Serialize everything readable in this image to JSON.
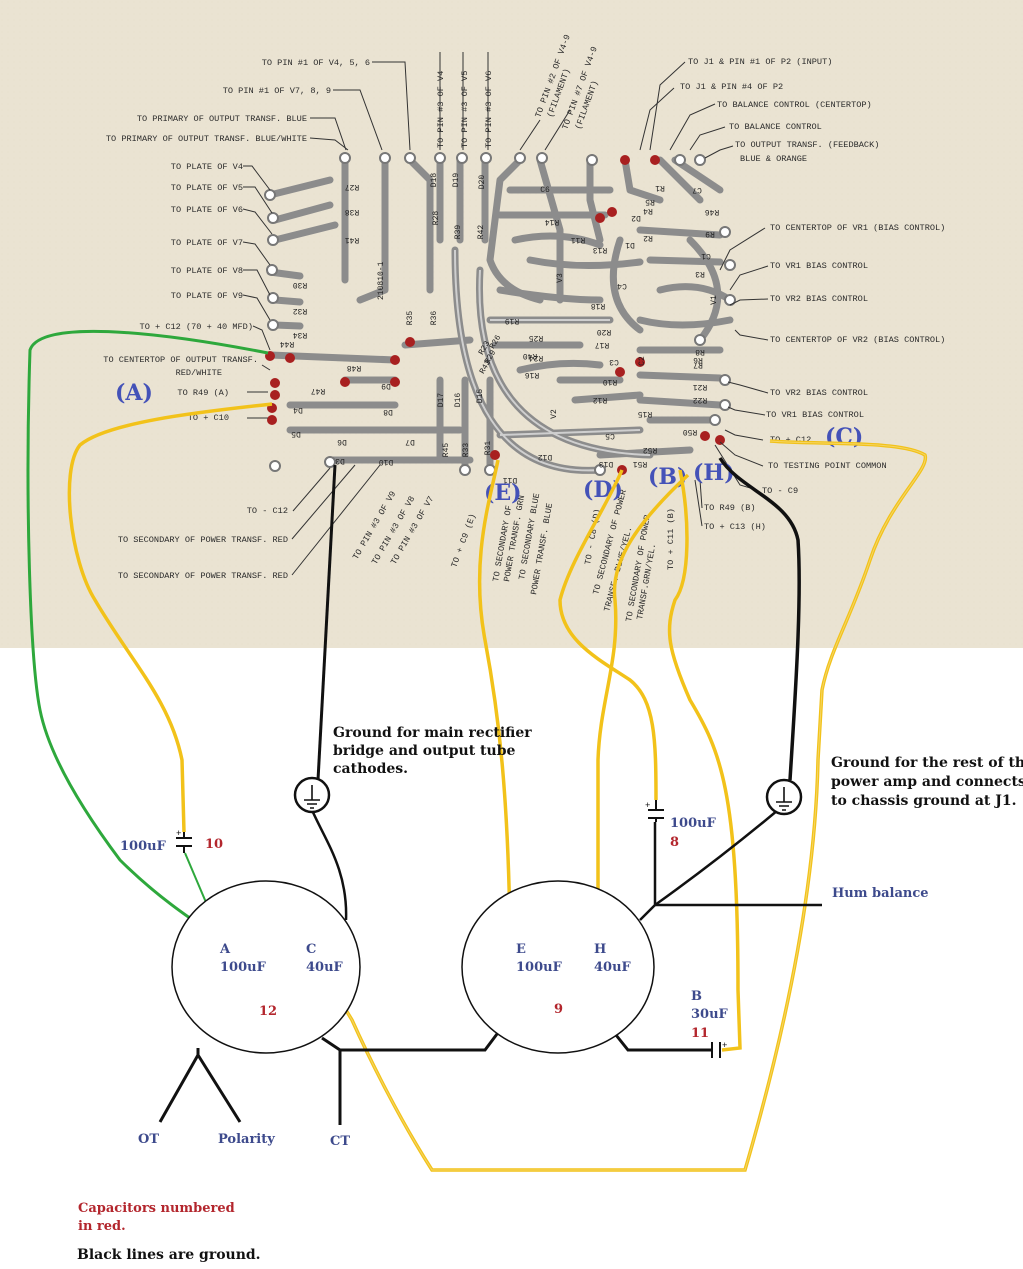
{
  "colors": {
    "paper": "#ebe4d3",
    "trace": "#8c8c8c",
    "pad": "#a82020",
    "yellow": "#f2c21a",
    "green": "#2ea83c",
    "ground": "#111111",
    "blue_text": "#3d4a8c",
    "red_text": "#b3262d",
    "letter_blue": "#4452b8"
  },
  "board_id": "210810-1",
  "left_labels": [
    "TO PIN #1 OF V4, 5, 6",
    "TO PIN #1 OF V7, 8, 9",
    "TO PRIMARY OF OUTPUT TRANSF.  BLUE",
    "TO PRIMARY OF OUTPUT TRANSF. BLUE/WHITE",
    "TO PLATE OF V4",
    "TO PLATE OF V5",
    "TO PLATE OF V6",
    "TO PLATE OF V7",
    "TO PLATE OF V8",
    "TO PLATE OF V9",
    "TO + C12 (70 + 40 MFD)",
    "TO CENTERTOP OF OUTPUT TRANSF.",
    "RED/WHITE",
    "TO R49 (A)",
    "TO + C10",
    "TO - C12",
    "TO SECONDARY OF POWER TRANSF. RED",
    "TO SECONDARY OF POWER TRANSF. RED"
  ],
  "top_vertical_labels": [
    "TO PIN #3 OF V4",
    "TO PIN #3 OF V5",
    "TO PIN #3 OF V6",
    "TO PIN #2 OF V4-9",
    "(FILAMENT)",
    "TO PIN #7 OF V4-9",
    "(FILAMENT)"
  ],
  "right_labels": [
    "TO J1 & PIN #1 OF P2 (INPUT)",
    "TO J1 & PIN #4 OF P2",
    "TO BALANCE CONTROL (CENTERTOP)",
    "TO BALANCE CONTROL",
    "TO OUTPUT TRANSF. (FEEDBACK)",
    "BLUE & ORANGE",
    "TO CENTERTOP OF VR1 (BIAS CONTROL)",
    "TO VR1 BIAS CONTROL",
    "TO VR2 BIAS CONTROL",
    "TO CENTERTOP OF VR2 (BIAS CONTROL)",
    "TO VR2 BIAS CONTROL",
    "TO VR1 BIAS CONTROL",
    "TO + C12",
    "TO TESTING POINT COMMON",
    "TO - C9",
    "TO R49 (B)",
    "TO + C13 (H)"
  ],
  "bottom_vertical_labels": [
    "TO PIN #3 OF V9",
    "TO PIN #3 OF V8",
    "TO PIN #3 OF V7",
    "TO + C9 (E)",
    "TO SECONDARY OF",
    "POWER TRANSF. GRN",
    "TO SECONDARY BLUE",
    "POWER TRANSF. BLUE",
    "TO - C8 (D)",
    "TO SECONDARY OF POWER",
    "TRANSF. BLUE/YEL.",
    "TO SECONDARY OF POWER",
    "TRANSF.GRN/YEL.",
    "TO + C11 (B)"
  ],
  "parts": [
    "R27",
    "R38",
    "R41",
    "R30",
    "R32",
    "R34",
    "R44",
    "R48",
    "R47",
    "R28",
    "R39",
    "R42",
    "D18",
    "D19",
    "D20",
    "R35",
    "R36",
    "D17",
    "D16",
    "D15",
    "R45",
    "R33",
    "R31",
    "D9",
    "D8",
    "D7",
    "D6",
    "D5",
    "D4",
    "D3",
    "D10",
    "D11",
    "D12",
    "D13",
    "D1",
    "D2",
    "C6",
    "R14",
    "R11",
    "R13",
    "R12",
    "V3",
    "C4",
    "R18",
    "R17",
    "R19",
    "R20",
    "R25",
    "R24",
    "R16",
    "R23",
    "R26",
    "R29",
    "V2",
    "C3",
    "R10",
    "R15",
    "C5",
    "R50",
    "R52",
    "R51",
    "R46",
    "R5",
    "R4",
    "R1",
    "R2",
    "R3",
    "R6",
    "R7",
    "R8",
    "R9",
    "R21",
    "R22",
    "C1",
    "C2",
    "C7",
    "V1",
    "R40",
    "R43"
  ],
  "letters": [
    "(A)",
    "(B)",
    "(C)",
    "(D)",
    "(E)",
    "(H)"
  ],
  "notes": {
    "ground_main": [
      "Ground for main rectifier",
      "bridge and output tube",
      "cathodes."
    ],
    "ground_rest": [
      "Ground for the rest of the",
      "power amp and connects",
      "to chassis ground at J1."
    ],
    "hum_balance": "Hum balance",
    "caps_numbered": [
      "Capacitors numbered",
      "in red."
    ],
    "black_lines": "Black lines are ground."
  },
  "capacitors": {
    "c10": {
      "value": "100uF",
      "number": "10"
    },
    "c8": {
      "value": "100uF",
      "number": "8"
    },
    "c11": {
      "label": "B",
      "value": "30uF",
      "number": "11"
    },
    "can12": {
      "number": "12",
      "sections": [
        {
          "label": "A",
          "value": "100uF"
        },
        {
          "label": "C",
          "value": "40uF"
        }
      ]
    },
    "can9": {
      "number": "9",
      "sections": [
        {
          "label": "E",
          "value": "100uF"
        },
        {
          "label": "H",
          "value": "40uF"
        }
      ]
    }
  },
  "terminals": [
    "OT",
    "Polarity",
    "CT"
  ]
}
